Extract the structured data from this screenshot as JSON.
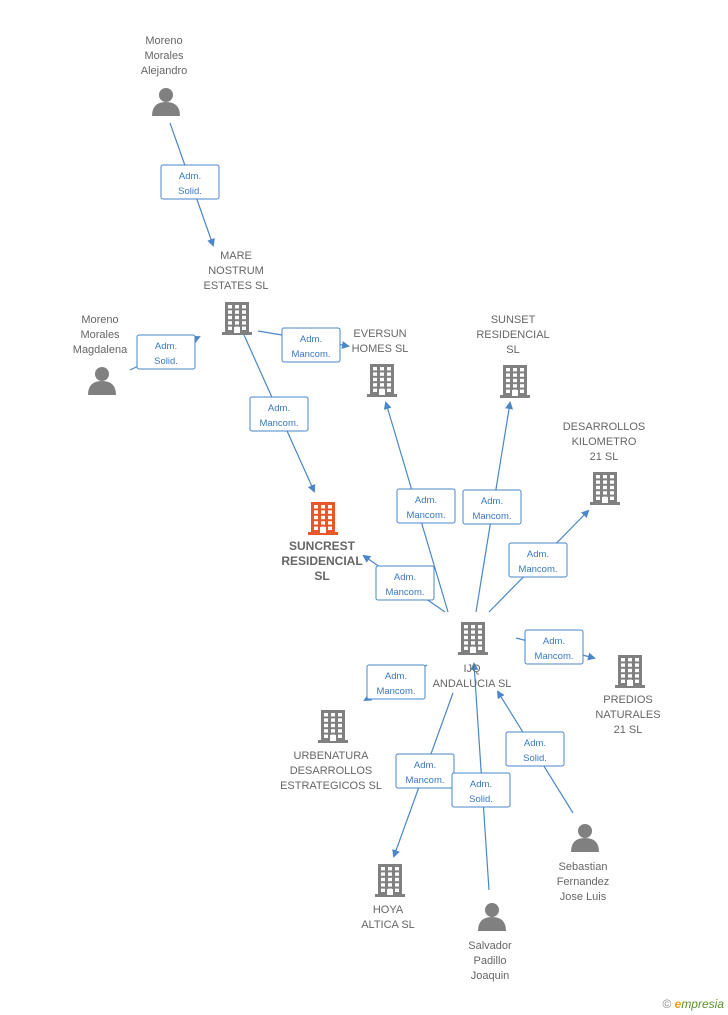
{
  "colors": {
    "edge": "#4a86c8",
    "node": "#808080",
    "focus": "#e8562a"
  },
  "nodes": [
    {
      "id": "moreno-alejandro",
      "type": "person",
      "lines": [
        "Moreno",
        "Morales",
        "Alejandro"
      ]
    },
    {
      "id": "mare-nostrum",
      "type": "company",
      "lines": [
        "MARE",
        "NOSTRUM",
        "ESTATES  SL"
      ]
    },
    {
      "id": "moreno-magdalena",
      "type": "person",
      "lines": [
        "Moreno",
        "Morales",
        "Magdalena"
      ]
    },
    {
      "id": "eversun",
      "type": "company",
      "lines": [
        "EVERSUN",
        "HOMES  SL"
      ]
    },
    {
      "id": "sunset",
      "type": "company",
      "lines": [
        "SUNSET",
        "RESIDENCIAL",
        "SL"
      ]
    },
    {
      "id": "desarrollos-km",
      "type": "company",
      "lines": [
        "DESARROLLOS",
        "KILOMETRO",
        "21 SL"
      ]
    },
    {
      "id": "suncrest",
      "type": "company",
      "focus": true,
      "lines": [
        "SUNCREST",
        "RESIDENCIAL",
        "SL"
      ]
    },
    {
      "id": "ijq",
      "type": "company",
      "lines": [
        "IJQ",
        "ANDALUCIA  SL"
      ]
    },
    {
      "id": "predios",
      "type": "company",
      "lines": [
        "PREDIOS",
        "NATURALES",
        "21 SL"
      ]
    },
    {
      "id": "urbanatura",
      "type": "company",
      "lines": [
        "URBENATURA",
        "DESARROLLOS",
        "ESTRATEGICOS SL"
      ]
    },
    {
      "id": "hoya",
      "type": "company",
      "lines": [
        "HOYA",
        "ALTICA SL"
      ]
    },
    {
      "id": "salvador",
      "type": "person",
      "lines": [
        "Salvador",
        "Padillo",
        "Joaquin"
      ]
    },
    {
      "id": "sebastian",
      "type": "person",
      "lines": [
        "Sebastian",
        "Fernandez",
        "Jose Luis"
      ]
    }
  ],
  "edges": [
    {
      "id": "e1",
      "from": "moreno-alejandro",
      "to": "mare-nostrum",
      "lines": [
        "Adm.",
        "Solid."
      ]
    },
    {
      "id": "e2",
      "from": "moreno-magdalena",
      "to": "mare-nostrum",
      "lines": [
        "Adm.",
        "Solid."
      ]
    },
    {
      "id": "e3",
      "from": "mare-nostrum",
      "to": "eversun",
      "lines": [
        "Adm.",
        "Mancom."
      ]
    },
    {
      "id": "e4",
      "from": "mare-nostrum",
      "to": "suncrest",
      "lines": [
        "Adm.",
        "Mancom."
      ]
    },
    {
      "id": "e5",
      "from": "ijq",
      "to": "eversun",
      "lines": [
        "Adm.",
        "Mancom."
      ]
    },
    {
      "id": "e6",
      "from": "ijq",
      "to": "sunset",
      "lines": [
        "Adm.",
        "Mancom."
      ]
    },
    {
      "id": "e7",
      "from": "ijq",
      "to": "desarrollos-km",
      "lines": [
        "Adm.",
        "Mancom."
      ]
    },
    {
      "id": "e8",
      "from": "ijq",
      "to": "suncrest",
      "lines": [
        "Adm.",
        "Mancom."
      ]
    },
    {
      "id": "e9",
      "from": "ijq",
      "to": "predios",
      "lines": [
        "Adm.",
        "Mancom."
      ]
    },
    {
      "id": "e10",
      "from": "ijq",
      "to": "urbanatura",
      "lines": [
        "Adm.",
        "Mancom."
      ]
    },
    {
      "id": "e11",
      "from": "ijq",
      "to": "hoya",
      "lines": [
        "Adm.",
        "Mancom."
      ]
    },
    {
      "id": "e12",
      "from": "salvador",
      "to": "ijq",
      "lines": [
        "Adm.",
        "Solid."
      ]
    },
    {
      "id": "e13",
      "from": "sebastian",
      "to": "ijq",
      "lines": [
        "Adm.",
        "Solid."
      ]
    }
  ],
  "footer": {
    "copyright": "©",
    "brand_initial": "e",
    "brand_rest": "mpresia"
  }
}
